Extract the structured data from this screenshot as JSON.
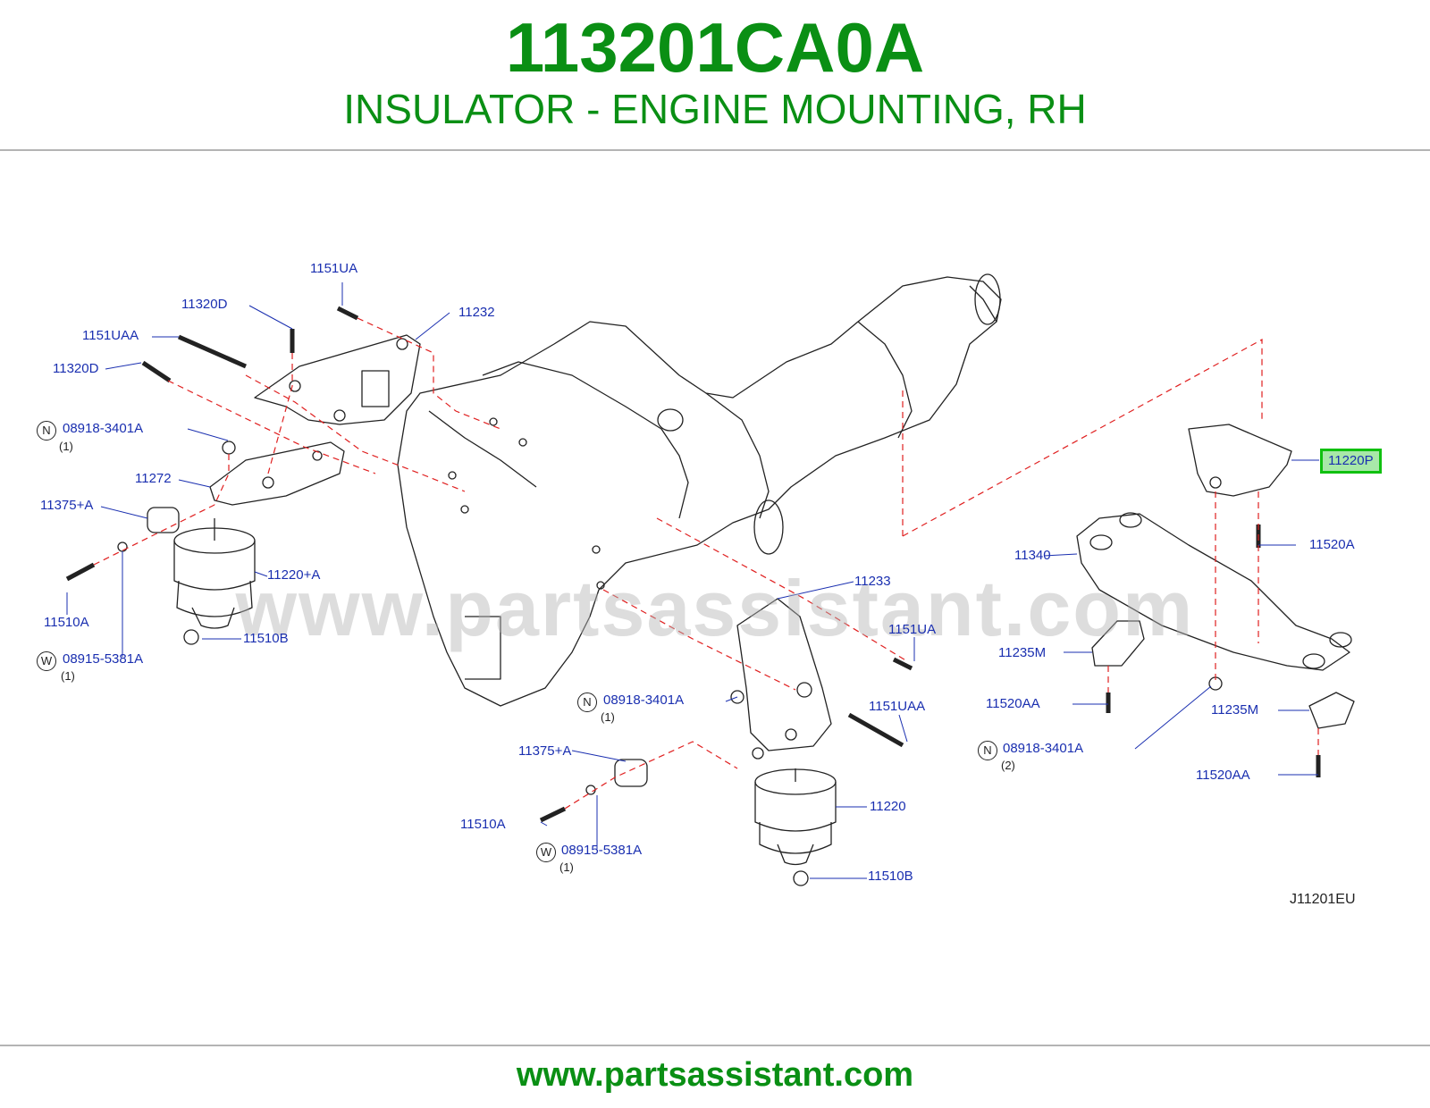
{
  "header": {
    "part_number": "113201CA0A",
    "description": "INSULATOR - ENGINE MOUNTING, RH"
  },
  "diagram": {
    "watermark": "www.partsassistant.com",
    "reference_code": "J11201EU",
    "highlighted_callout": "11220P",
    "callouts": [
      {
        "id": "c1151ua_top",
        "text": "1151UA"
      },
      {
        "id": "c11320d_top",
        "text": "11320D"
      },
      {
        "id": "c11232",
        "text": "11232"
      },
      {
        "id": "c1151uaa_top",
        "text": "1151UAA"
      },
      {
        "id": "c11320d_mid",
        "text": "11320D"
      },
      {
        "id": "c08918_left",
        "text": "08918-3401A"
      },
      {
        "id": "c11272",
        "text": "11272"
      },
      {
        "id": "c11375_left",
        "text": "11375+A"
      },
      {
        "id": "c11220a",
        "text": "11220+A"
      },
      {
        "id": "c11510a_left",
        "text": "11510A"
      },
      {
        "id": "c11510b_left",
        "text": "11510B"
      },
      {
        "id": "c08915_left",
        "text": "08915-5381A"
      },
      {
        "id": "c11233",
        "text": "11233"
      },
      {
        "id": "c1151ua_mid",
        "text": "1151UA"
      },
      {
        "id": "c08918_mid",
        "text": "08918-3401A"
      },
      {
        "id": "c1151uaa_mid",
        "text": "1151UAA"
      },
      {
        "id": "c11375_mid",
        "text": "11375+A"
      },
      {
        "id": "c11220",
        "text": "11220"
      },
      {
        "id": "c11510a_mid",
        "text": "11510A"
      },
      {
        "id": "c08915_mid",
        "text": "08915-5381A"
      },
      {
        "id": "c11510b_mid",
        "text": "11510B"
      },
      {
        "id": "c11340",
        "text": "11340"
      },
      {
        "id": "c11520a",
        "text": "11520A"
      },
      {
        "id": "c11235m_left",
        "text": "11235M"
      },
      {
        "id": "c11520aa_left",
        "text": "11520AA"
      },
      {
        "id": "c11235m_right",
        "text": "11235M"
      },
      {
        "id": "c08918_right",
        "text": "08918-3401A"
      },
      {
        "id": "c11520aa_right",
        "text": "11520AA"
      }
    ],
    "quantities": {
      "q08918_left": "(1)",
      "q08915_left": "(1)",
      "q08918_mid": "(1)",
      "q08915_mid": "(1)",
      "q08918_right": "(2)"
    },
    "markers": {
      "n": "N",
      "w": "W"
    },
    "colors": {
      "title_green": "#0a8f14",
      "callout_blue": "#1a2fb0",
      "leader_red": "#e02020",
      "highlight_border": "#10c010",
      "highlight_fill": "#a8e8a8"
    }
  },
  "footer": {
    "url": "www.partsassistant.com"
  }
}
